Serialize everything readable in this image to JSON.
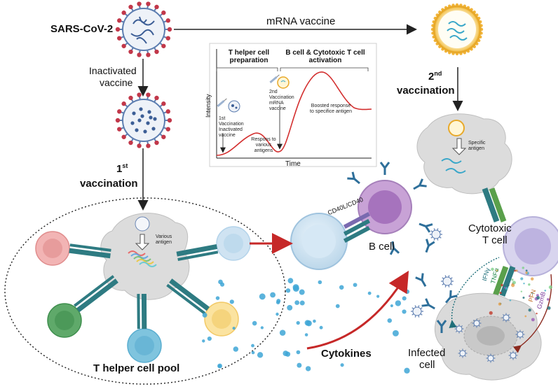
{
  "labels": {
    "sars": "SARS-CoV-2",
    "mrna": "mRNA vaccine",
    "inactivated_line1": "Inactivated",
    "inactivated_line2": "vaccine",
    "first_num": "1",
    "first_sup": "st",
    "first_word": "vaccination",
    "second_num": "2",
    "second_sup": "nd",
    "second_word": "vaccination",
    "th_pool": "T helper cell pool",
    "cytokines": "Cytokines",
    "bcell": "B cell",
    "cd40": "CD40L/CD40",
    "cytotoxic_line1": "Cytotoxic",
    "cytotoxic_line2": "T cell",
    "infected_line1": "Infected",
    "infected_line2": "cell",
    "various_antigen_line1": "Various",
    "various_antigen_line2": "antigen",
    "specific_antigen_line1": "Specific",
    "specific_antigen_line2": "antigen",
    "ifn": "IFNγ",
    "tnf": "TNFα",
    "pfn": "PFN",
    "gzmb": "GzmB"
  },
  "graph": {
    "phase1_line1": "T helper cell",
    "phase1_line2": "preparation",
    "phase2_line1": "B cell & Cytotoxic T cell",
    "phase2_line2": "activation",
    "ylabel": "Intensity",
    "xlabel": "Time",
    "first_vacc": "1st Vaccination Inactivated vaccine",
    "response_various": "Respons to various antigens",
    "second_vacc": "2nd Vaccination mRNA vaccine",
    "boosted": "Boosted response to specifice antigen"
  },
  "colors": {
    "arrow": "#222222",
    "red_arrow": "#c62828",
    "curve": "#d32f2f",
    "virus": "#4a6fa5",
    "cell": "#d9d9d9",
    "bcell": "#b58ac9",
    "tcell": "#c6c3e2",
    "cytokine": "#3ea6d6"
  }
}
